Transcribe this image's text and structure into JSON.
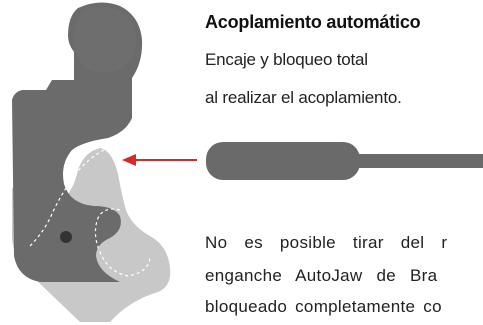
{
  "heading": {
    "title": "Acoplamiento automático",
    "line1": "Encaje y bloqueo total",
    "line2": "al realizar el acoplamiento."
  },
  "description": {
    "line1": "No es posible tirar del r",
    "line2": "enganche AutoJaw de Bra",
    "line3": "bloqueado completamente co"
  },
  "colors": {
    "body_dark": "#6b6b6b",
    "body_light": "#c6c6c6",
    "arrow": "#d42a2a",
    "bar": "#6a6a6a"
  },
  "icons": [
    "coupling-hook-illustration",
    "arrow-left-icon",
    "tow-bar-illustration"
  ]
}
